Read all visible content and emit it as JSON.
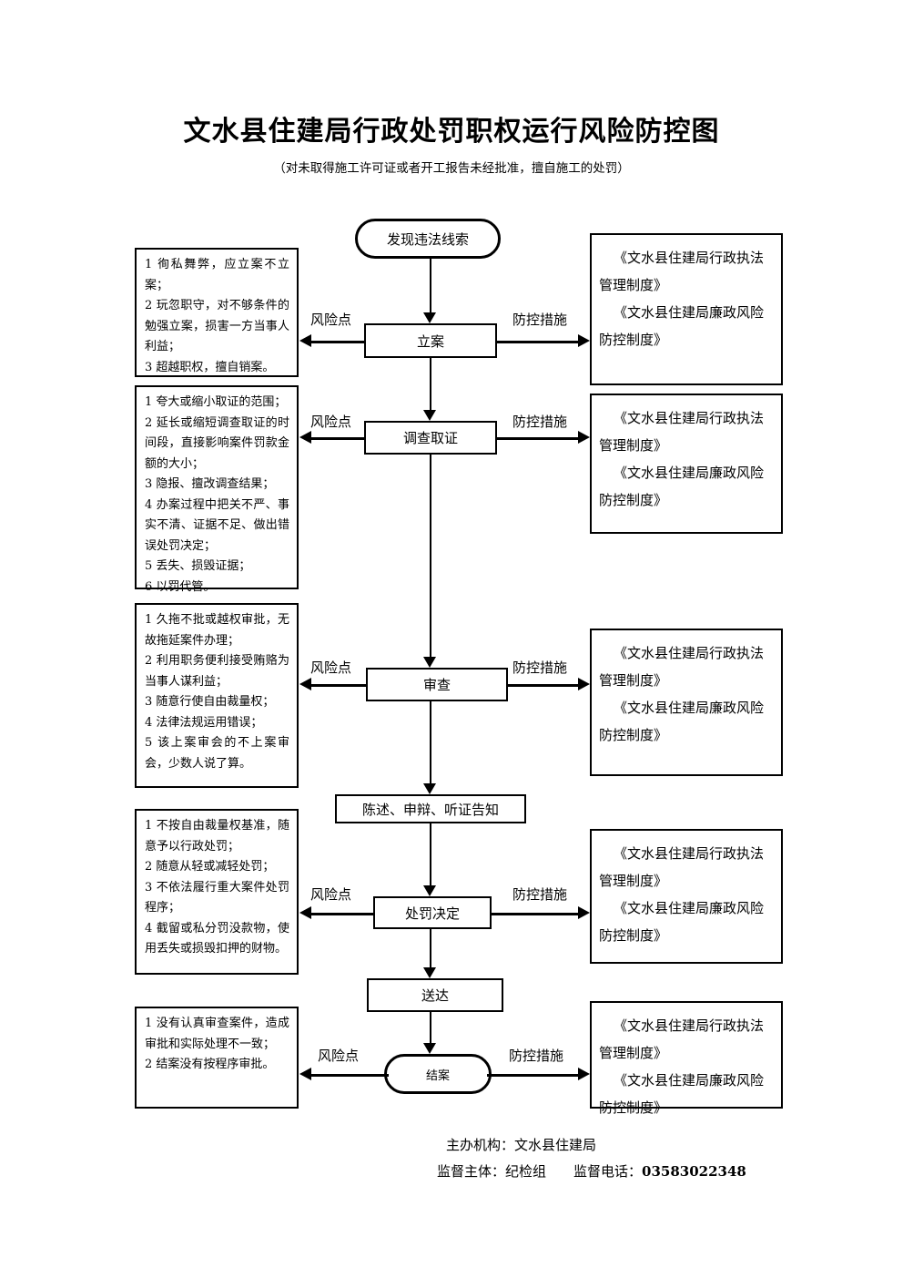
{
  "header": {
    "title": "文水县住建局行政处罚职权运行风险防控图",
    "subtitle": "（对未取得施工许可证或者开工报告未经批准，擅自施工的处罚）"
  },
  "connector_labels": {
    "risk_point": "风险点",
    "control_measure": "防控措施"
  },
  "flow_nodes": [
    {
      "id": "start",
      "label": "发现违法线索",
      "shape": "stadium"
    },
    {
      "id": "filing",
      "label": "立案",
      "shape": "rect"
    },
    {
      "id": "investigate",
      "label": "调查取证",
      "shape": "rect"
    },
    {
      "id": "review",
      "label": "审查",
      "shape": "rect"
    },
    {
      "id": "notify",
      "label": "陈述、申辩、听证告知",
      "shape": "rect"
    },
    {
      "id": "decision",
      "label": "处罚决定",
      "shape": "rect"
    },
    {
      "id": "deliver",
      "label": "送达",
      "shape": "rect"
    },
    {
      "id": "close",
      "label": "结案",
      "shape": "stadium"
    }
  ],
  "risk_boxes": [
    {
      "for_node": "filing",
      "lines": [
        "1 徇私舞弊，应立案不立案；",
        "2 玩忽职守，对不够条件的勉强立案，损害一方当事人利益；",
        "3 超越职权，擅自销案。"
      ]
    },
    {
      "for_node": "investigate",
      "lines": [
        "1 夸大或缩小取证的范围；",
        "2 延长或缩短调查取证的时间段，直接影响案件罚款金额的大小；",
        "3 隐报、擅改调查结果；",
        "4 办案过程中把关不严、事实不清、证据不足、做出错误处罚决定；",
        "5 丢失、损毁证据；",
        "6 以罚代管。"
      ]
    },
    {
      "for_node": "review",
      "lines": [
        "1 久拖不批或越权审批，无故拖延案件办理；",
        "2 利用职务便利接受贿赂为当事人谋利益；",
        "3 随意行使自由裁量权；",
        "4 法律法规运用错误；",
        "5 该上案审会的不上案审会，少数人说了算。"
      ]
    },
    {
      "for_node": "decision",
      "lines": [
        "1 不按自由裁量权基准，随意予以行政处罚；",
        "2 随意从轻或减轻处罚；",
        "3 不依法履行重大案件处罚程序；",
        "4 截留或私分罚没款物，使用丢失或损毁扣押的财物。"
      ]
    },
    {
      "for_node": "close",
      "lines": [
        "1 没有认真审查案件，造成审批和实际处理不一致；",
        "2 结案没有按程序审批。"
      ]
    }
  ],
  "control_boxes": [
    {
      "for_node": "filing",
      "lines": [
        "《文水县住建局行政执法管理制度》",
        "《文水县住建局廉政风险防控制度》"
      ]
    },
    {
      "for_node": "investigate",
      "lines": [
        "《文水县住建局行政执法管理制度》",
        "《文水县住建局廉政风险防控制度》"
      ]
    },
    {
      "for_node": "review",
      "lines": [
        "《文水县住建局行政执法管理制度》",
        "《文水县住建局廉政风险防控制度》"
      ]
    },
    {
      "for_node": "decision",
      "lines": [
        "《文水县住建局行政执法管理制度》",
        "《文水县住建局廉政风险防控制度》"
      ]
    },
    {
      "for_node": "close",
      "lines": [
        "《文水县住建局行政执法管理制度》",
        "《文水县住建局廉政风险防控制度》"
      ]
    }
  ],
  "footer": {
    "organizer": "主办机构：文水县住建局",
    "supervisor": "监督主体：纪检组　　监督电话：",
    "phone": "03583022348"
  }
}
